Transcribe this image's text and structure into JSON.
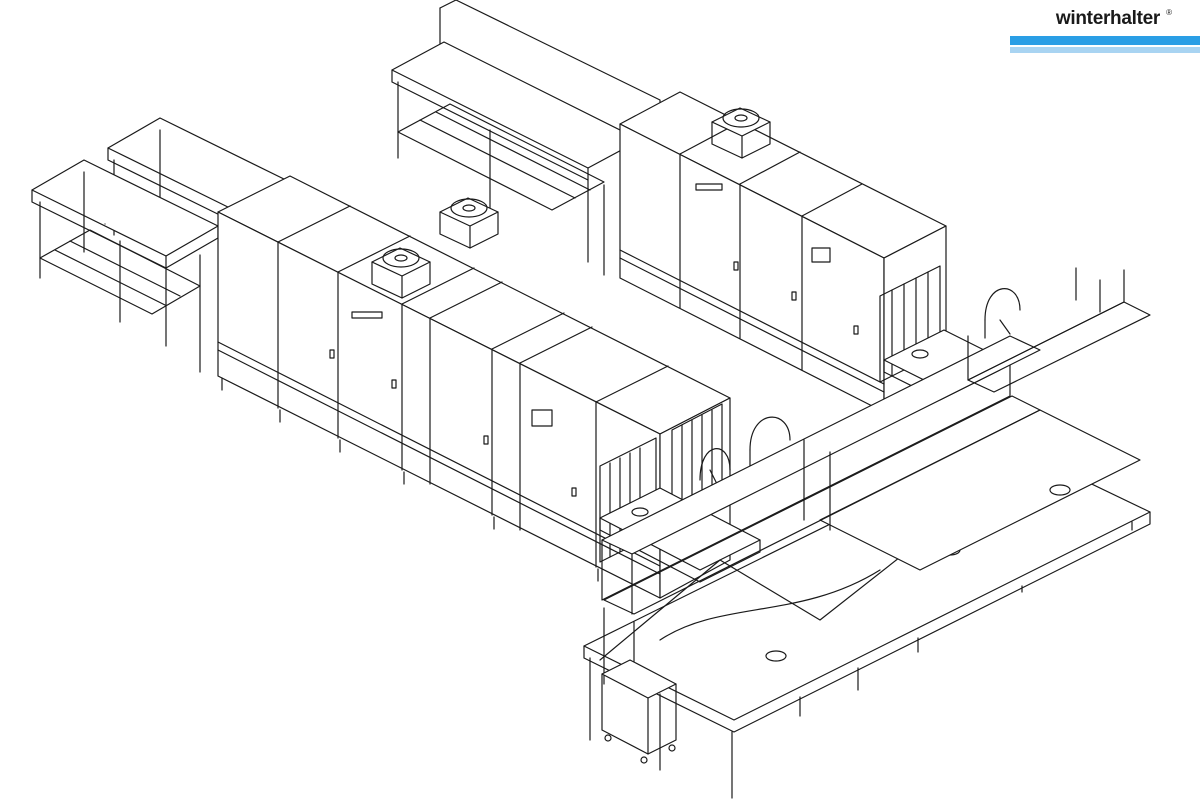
{
  "brand": {
    "name": "winterhalter",
    "registered_mark": "®",
    "accent_color": "#2a9ee5",
    "accent_light_color": "#a9d4f2"
  },
  "drawing": {
    "style": "isometric line drawing",
    "line_color": "#1a1a1a",
    "background_color": "#ffffff",
    "components": [
      "rack-shelf-left-upper",
      "rack-shelf-left-lower",
      "rack-shelf-back",
      "dishwasher-front-line",
      "dishwasher-back-line",
      "exhaust-fan-front-1",
      "exhaust-fan-front-2",
      "exhaust-fan-back",
      "sink-table-front",
      "sink-table-back",
      "spray-tap-front",
      "spray-tap-back",
      "work-table-front",
      "work-table-back",
      "overshelf-front",
      "overshelf-back",
      "trolley-bin"
    ]
  }
}
